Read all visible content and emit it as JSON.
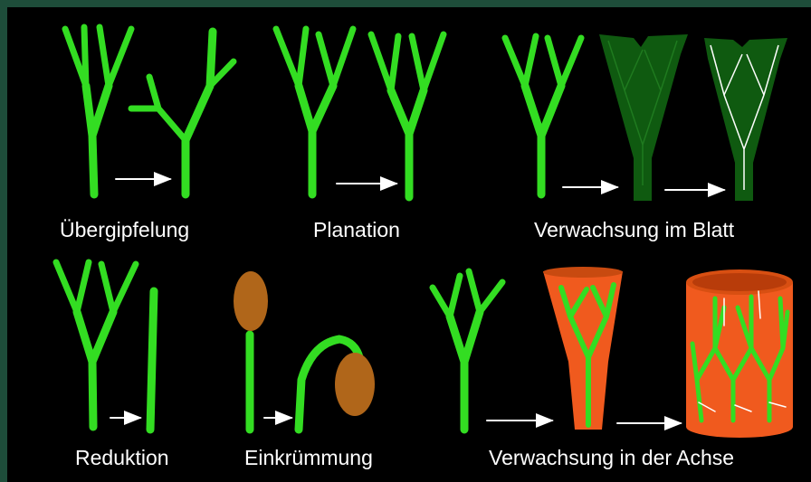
{
  "labels": {
    "uebergipfelung": "Übergipfelung",
    "planation": "Planation",
    "verwachsung_blatt": "Verwachsung im Blatt",
    "reduktion": "Reduktion",
    "einkruemmung": "Einkrümmung",
    "verwachsung_achse": "Verwachsung in der Achse"
  },
  "colors": {
    "frame": "#1e4d3a",
    "background": "#000000",
    "branch": "#33dd22",
    "leaf": "#0f5a10",
    "sporangium": "#b0661a",
    "tissue": "#f05a1e",
    "text": "#ffffff"
  }
}
